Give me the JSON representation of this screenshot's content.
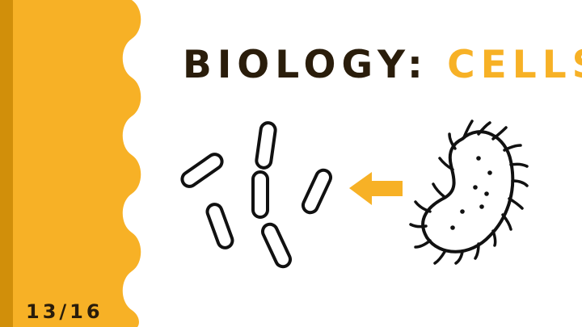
{
  "slide": {
    "title_main": "BIOLOGY: ",
    "title_accent": "CELLS",
    "slide_number": "13/16"
  },
  "colors": {
    "accent": "#f7b126",
    "accent_dark": "#d18f0a",
    "text_dark": "#2a1d0b",
    "background": "#ffffff"
  },
  "icons": {
    "rod_bacteria": "rod-bacteria-icon",
    "arrow": "left-arrow-icon",
    "cell": "bacterium-cell-icon"
  }
}
